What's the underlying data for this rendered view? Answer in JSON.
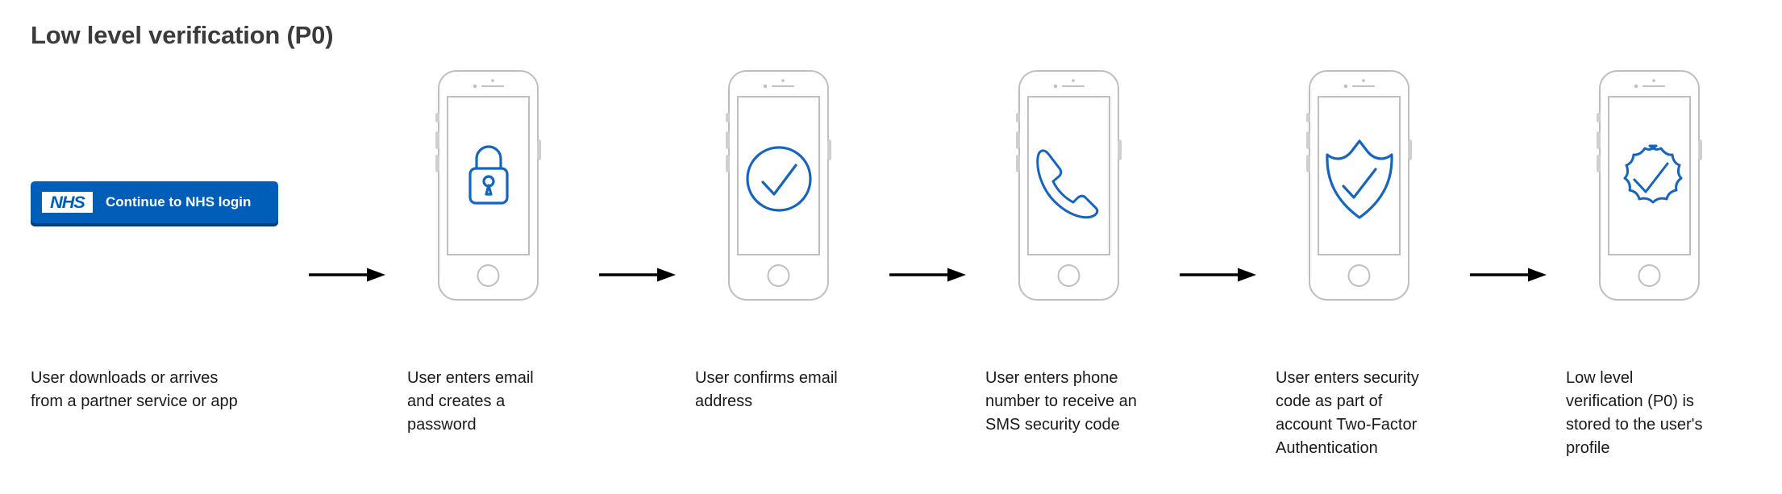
{
  "page": {
    "title": "Low level verification (P0)",
    "background_color": "#ffffff",
    "title_color": "#3b3b3b"
  },
  "colors": {
    "nhs_blue": "#005eb8",
    "nhs_blue_shadow": "#003d7a",
    "icon_blue": "#1565c0",
    "phone_outline": "#bfbfbf",
    "arrow_black": "#000000",
    "text_dark": "#1a1a1a"
  },
  "cta": {
    "name": "continue-to-nhs-login",
    "logo_text": "NHS",
    "label": "Continue to NHS login"
  },
  "arrows": [
    {
      "name": "arrow-1",
      "from": "nhs-login-button",
      "to": "step-1"
    },
    {
      "name": "arrow-2",
      "from": "step-1",
      "to": "step-2"
    },
    {
      "name": "arrow-3",
      "from": "step-2",
      "to": "step-3"
    },
    {
      "name": "arrow-4",
      "from": "step-3",
      "to": "step-4"
    },
    {
      "name": "arrow-5",
      "from": "step-4",
      "to": "step-5"
    }
  ],
  "steps": [
    {
      "index": 0,
      "icon": "nhs-login-button",
      "has_phone": false,
      "caption": "User downloads or arrives\nfrom a partner service or app"
    },
    {
      "index": 1,
      "icon": "padlock-icon",
      "has_phone": true,
      "caption": "User enters email\nand creates a\npassword"
    },
    {
      "index": 2,
      "icon": "check-circle-icon",
      "has_phone": true,
      "caption": "User confirms email\naddress"
    },
    {
      "index": 3,
      "icon": "phone-handset-icon",
      "has_phone": true,
      "caption": "User enters phone\nnumber to receive an\nSMS security code"
    },
    {
      "index": 4,
      "icon": "shield-check-icon",
      "has_phone": true,
      "caption": "User enters security\ncode as part of\naccount Two-Factor\nAuthentication"
    },
    {
      "index": 5,
      "icon": "verified-badge-icon",
      "has_phone": true,
      "caption": "Low level\nverification (P0) is\nstored to the user's\nprofile"
    }
  ]
}
